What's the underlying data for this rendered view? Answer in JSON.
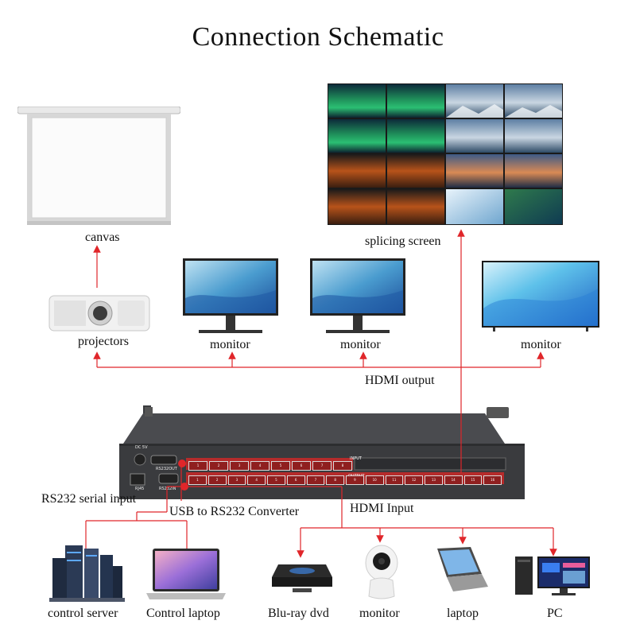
{
  "title": "Connection Schematic",
  "labels": {
    "canvas": "canvas",
    "splicing_screen": "splicing screen",
    "projectors": "projectors",
    "monitor_1": "monitor",
    "monitor_2": "monitor",
    "monitor_3": "monitor",
    "hdmi_output": "HDMI output",
    "rs232_serial_input": "RS232 serial input",
    "usb_to_rs232": "USB to RS232 Converter",
    "hdmi_input": "HDMI Input",
    "control_server": "control server",
    "control_laptop": "Control laptop",
    "bluray_dvd": "Blu-ray dvd",
    "monitor_camera": "monitor",
    "laptop": "laptop",
    "pc": "PC"
  },
  "device_panel": {
    "input_label": "INPUT",
    "output_label": "OUTPUT",
    "dc_label": "DC 5V",
    "rs232out_label": "RS232OUT",
    "rj45_label": "RJ45",
    "rs232in_label": "RS232IN",
    "input_ports": [
      "1",
      "2",
      "3",
      "4",
      "5",
      "6",
      "7",
      "8"
    ],
    "output_ports": [
      "1",
      "2",
      "3",
      "4",
      "5",
      "6",
      "7",
      "8",
      "9",
      "10",
      "11",
      "12",
      "13",
      "14",
      "15",
      "16"
    ]
  },
  "colors": {
    "wire": "#e0262a",
    "chassis": "#3a3b3e",
    "port_strip": "#b52b2b"
  }
}
